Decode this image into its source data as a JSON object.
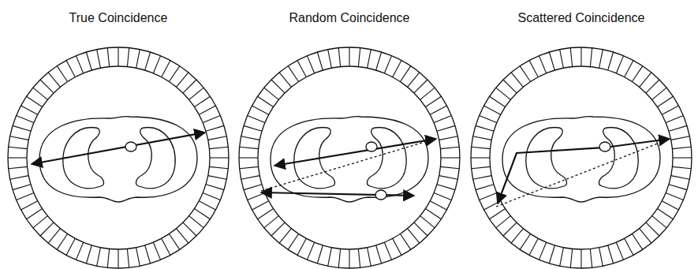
{
  "diagram": {
    "labels": [
      "True Coincidence",
      "Random Coincidence",
      "Scattered Coincidence"
    ]
  }
}
